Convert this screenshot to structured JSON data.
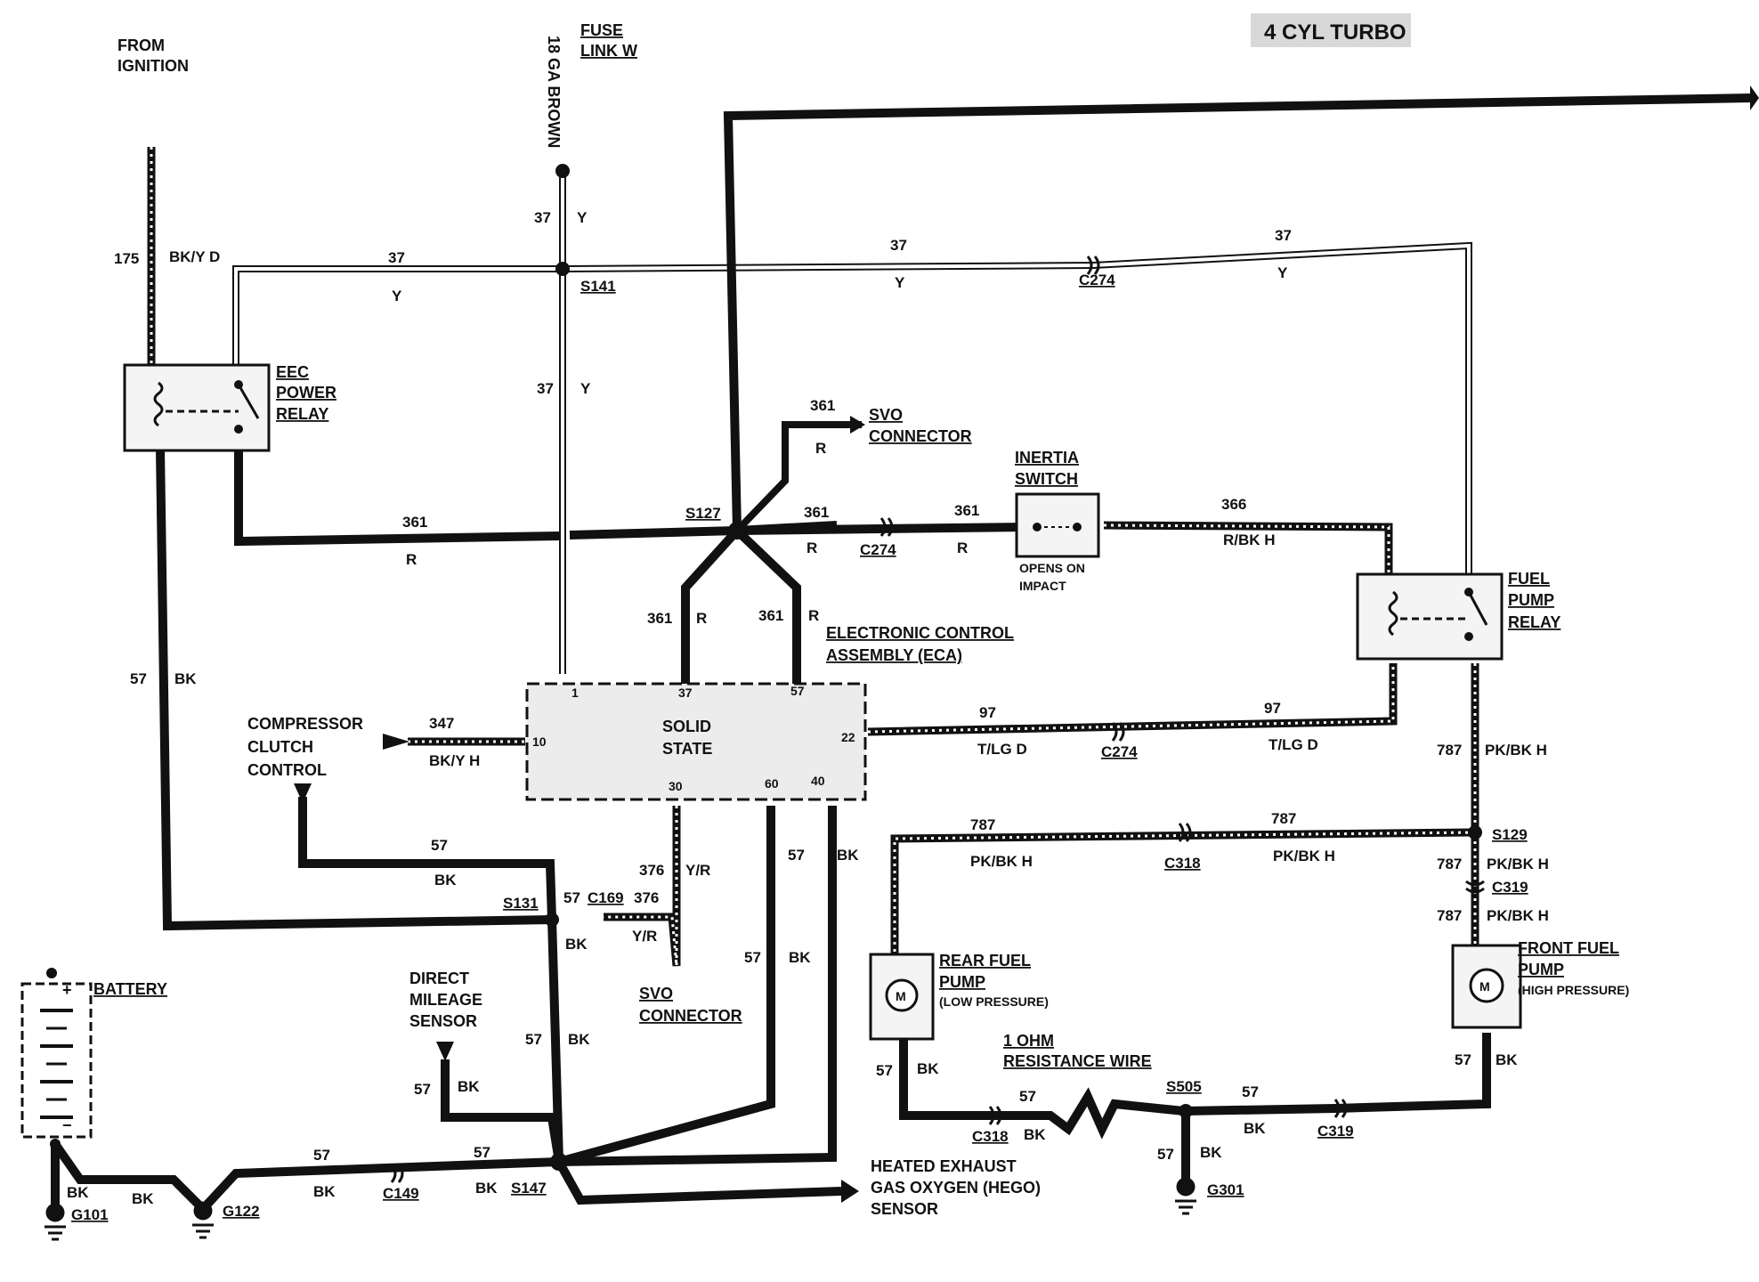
{
  "title": "4 CYL TURBO",
  "labels": {
    "from_ignition_1": "FROM",
    "from_ignition_2": "IGNITION",
    "fuse_link_1": "FUSE",
    "fuse_link_2": "LINK W",
    "fuse_gauge": "18 GA BROWN",
    "eec_relay_1": "EEC",
    "eec_relay_2": "POWER",
    "eec_relay_3": "RELAY",
    "svo_conn_top_1": "SVO",
    "svo_conn_top_2": "CONNECTOR",
    "inertia_1": "INERTIA",
    "inertia_2": "SWITCH",
    "inertia_note_1": "OPENS ON",
    "inertia_note_2": "IMPACT",
    "fuel_pump_relay_1": "FUEL",
    "fuel_pump_relay_2": "PUMP",
    "fuel_pump_relay_3": "RELAY",
    "eca_1": "ELECTRONIC CONTROL",
    "eca_2": "ASSEMBLY (ECA)",
    "solid_1": "SOLID",
    "solid_2": "STATE",
    "compressor_1": "COMPRESSOR",
    "compressor_2": "CLUTCH",
    "compressor_3": "CONTROL",
    "battery": "BATTERY",
    "dms_1": "DIRECT",
    "dms_2": "MILEAGE",
    "dms_3": "SENSOR",
    "svo_conn_bot_1": "SVO",
    "svo_conn_bot_2": "CONNECTOR",
    "rear_pump_1": "REAR FUEL",
    "rear_pump_2": "PUMP",
    "rear_pump_3": "(LOW PRESSURE)",
    "front_pump_1": "FRONT FUEL",
    "front_pump_2": "PUMP",
    "front_pump_3": "(HIGH PRESSURE)",
    "res_wire_1": "1 OHM",
    "res_wire_2": "RESISTANCE WIRE",
    "hego_1": "HEATED EXHAUST",
    "hego_2": "GAS OXYGEN (HEGO)",
    "hego_3": "SENSOR",
    "motor": "M",
    "battery_plus": "+",
    "battery_minus": "−"
  },
  "pins": {
    "p1": "1",
    "p37": "37",
    "p57": "57",
    "p10": "10",
    "p22": "22",
    "p30": "30",
    "p60": "60",
    "p40": "40"
  },
  "splices": {
    "s141": "S141",
    "s127": "S127",
    "s131": "S131",
    "s147": "S147",
    "s129": "S129",
    "s505": "S505"
  },
  "connectors": {
    "c274a": "C274",
    "c274b": "C274",
    "c274c": "C274",
    "c169": "C169",
    "c318a": "C318",
    "c318b": "C318",
    "c319a": "C319",
    "c319b": "C319",
    "c149": "C149"
  },
  "grounds": {
    "g101": "G101",
    "g122": "G122",
    "g301": "G301"
  },
  "circuits": {
    "n175": "175",
    "bkyd": "BK/Y D",
    "n37": "37",
    "y": "Y",
    "n361": "361",
    "r": "R",
    "n366": "366",
    "rbkh": "R/BK H",
    "n97": "97",
    "tlgd": "T/LG D",
    "n347": "347",
    "bkyh": "BK/Y H",
    "n57": "57",
    "bk": "BK",
    "n376": "376",
    "yr": "Y/R",
    "n787": "787",
    "pkbkh": "PK/BK H"
  }
}
